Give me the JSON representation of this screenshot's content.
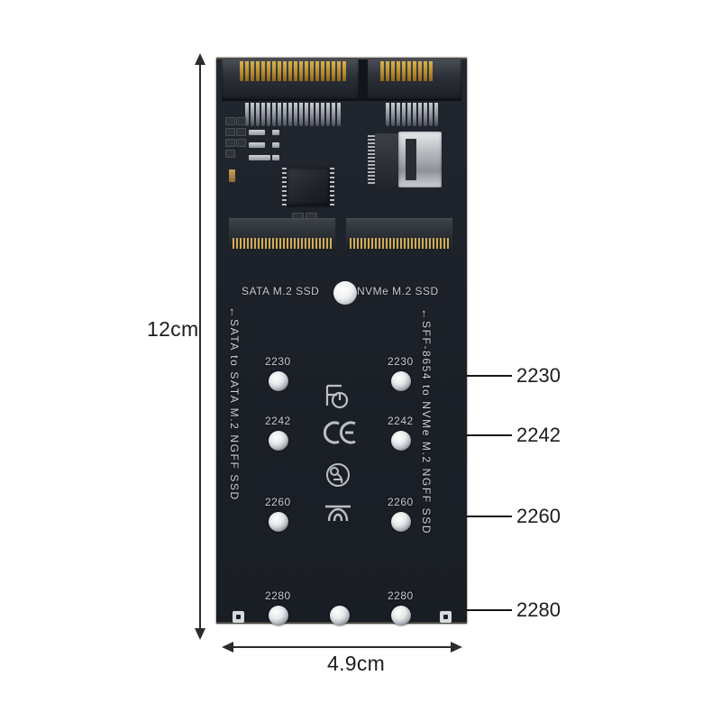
{
  "image": {
    "subject": "SATA to SATA M.2 NGFF SSD and SFF-8654 to NVMe M.2 NGFF SSD adapter board",
    "background_color": "#ffffff",
    "pcb_color": "#1c2028",
    "annotation_color": "#1d1d1d"
  },
  "dimensions": {
    "height_label": "12cm",
    "width_label": "4.9cm"
  },
  "callouts": [
    {
      "label": "2230"
    },
    {
      "label": "2242"
    },
    {
      "label": "2260"
    },
    {
      "label": "2280"
    }
  ],
  "pcb": {
    "silkscreen": {
      "slot_label_left": "SATA M.2 SSD",
      "slot_label_right": "NVMe M.2 SSD",
      "vertical_left": "SATA to SATA M.2 NGFF SSD",
      "vertical_right": "SFF-8654 to NVMe M.2 NGFF SSD",
      "arrow_left": "←",
      "arrow_right": "←"
    },
    "standoff_labels_left": [
      "2230",
      "2242",
      "2260",
      "2280"
    ],
    "standoff_labels_right": [
      "2230",
      "2242",
      "2260",
      "2280"
    ],
    "certification_marks": [
      "FCC",
      "CE",
      "RoHS",
      "KC"
    ]
  }
}
